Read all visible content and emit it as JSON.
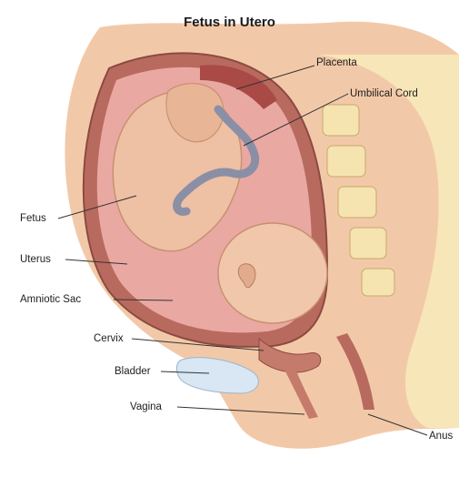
{
  "title": "Fetus in Utero",
  "labels": {
    "placenta": "Placenta",
    "umbilical_cord": "Umbilical Cord",
    "fetus": "Fetus",
    "uterus": "Uterus",
    "amniotic_sac": "Amniotic Sac",
    "cervix": "Cervix",
    "bladder": "Bladder",
    "vagina": "Vagina",
    "anus": "Anus"
  },
  "colors": {
    "skin": "#f2c9a8",
    "uterine_wall": "#b96a5f",
    "amniotic_fluid": "#e9a9a2",
    "fetus": "#eec0a4",
    "umbilical_cord": "#8a8fa6",
    "spine": "#f5e3b0",
    "fat_layer": "#f7e6b8",
    "bladder": "#d8e7f3"
  }
}
